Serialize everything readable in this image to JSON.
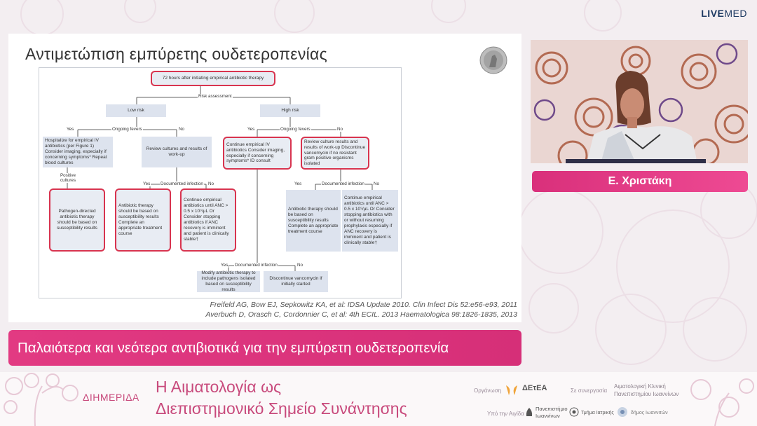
{
  "brand": {
    "live": "LIVE",
    "med": "MED"
  },
  "slide": {
    "title": "Αντιμετώπιση εμπύρετης ουδετεροπενίας",
    "citation_1": "Freifeld AG, Bow EJ, Sepkowitz KA, et al: IDSA Update 2010. Clin Infect Dis 52:e56-e93, 2011",
    "citation_2": "Averbuch D, Orasch C, Cordonnier C, et al: 4th ECIL. 2013 Haematologica 98:1826-1835, 2013"
  },
  "flow": {
    "start": "72 hours after initiating empirical antibiotic therapy",
    "risk_assessment": "Risk assessment",
    "low_risk": "Low risk",
    "high_risk": "High risk",
    "yes": "Yes",
    "no": "No",
    "ongoing_fevers": "Ongoing fevers",
    "documented_infection": "Documented infection",
    "positive_cultures": "Positive cultures",
    "low_yes_box": "Hospitalize for empirical IV antibiotics (per Figure 1) Consider imaging, especially if concerning symptoms* Repeat blood cultures",
    "low_no_box": "Review cultures and results of work-up",
    "pathogen_box": "Pathogen-directed antibiotic therapy should be based on susceptibility results",
    "low_doc_yes_box": "Antibiotic therapy should be based on susceptibility results Complete an appropriate treatment course",
    "low_doc_no_box": "Continue empirical antibiotics until ANC > 0.5 x 10⁹/μL Or Consider stopping antibiotics if ANC recovery is imminent and patient is clinically stable†",
    "high_yes_box": "Continue empirical IV antibiotics Consider imaging, especially if concerning symptoms* ID consult",
    "high_no_box": "Review culture results and results of work-up Discontinue vancomycin if no resistant gram positive organisms isolated",
    "high_doc_yes_box": "Antibiotic therapy should be based on susceptibility results Complete an appropriate treatment course",
    "high_doc_no_box": "Continue empirical antibiotics until ANC > 0.5 x 10⁹/μL Or Consider stopping antibiotics with or without resuming prophylaxis especially if ANC recovery is imminent and patient is clinically stable†",
    "bottom_yes_box": "Modify antibiotic therapy to include pathogens isolated based on susceptibility results",
    "bottom_no_box": "Discontinue vancomycin if initially started"
  },
  "speaker": {
    "name": "Ε. Χριστάκη"
  },
  "topic": {
    "title": "Παλαιότερα και νεότερα αντιβιοτικά για την εμπύρετη ουδετεροπενία"
  },
  "event": {
    "label": "ΔΙΗΜΕΡΙΔΑ",
    "title_line_1": "Η Αιματολογία ως",
    "title_line_2": "Διεπιστημονικό Σημείο Συνάντησης",
    "organization_label": "Οργάνωση",
    "org_name": "ΔΕτΕΑ",
    "collab_label": "Σε συνεργασία",
    "collab_name_1": "Αιματολογική Κλινική",
    "collab_name_2": "Πανεπιστημίου Ιωαννίνων",
    "auspices_label": "Υπό την Αιγίδα",
    "auspices_1_line_1": "Πανεπιστήμιο",
    "auspices_1_line_2": "Ιωαννίνων",
    "auspices_2": "Τμήμα Ιατρικής",
    "auspices_3": "δήμος Ιωαννιτών"
  },
  "colors": {
    "accent_pink": "#e23a82",
    "highlight_red": "#d8344f",
    "box_fill": "#dde3ee",
    "event_text": "#c84a7c",
    "brand_navy": "#1f3b63"
  }
}
